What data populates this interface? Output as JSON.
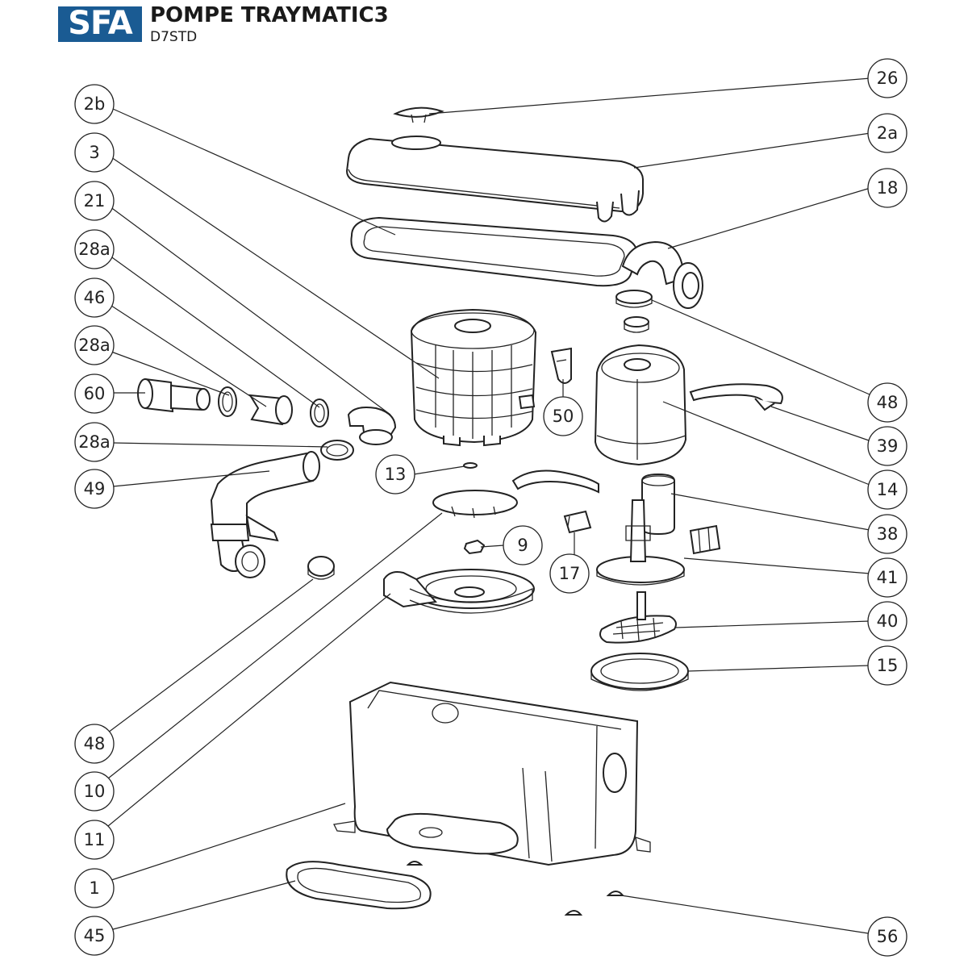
{
  "header": {
    "logo_text": "SFA",
    "title": "POMPE TRAYMATIC3",
    "subtitle": "D7STD",
    "brand_color": "#1a5b93"
  },
  "callouts": [
    {
      "id": "c26",
      "label": "26"
    },
    {
      "id": "c2b",
      "label": "2b"
    },
    {
      "id": "c2a",
      "label": "2a"
    },
    {
      "id": "c3",
      "label": "3"
    },
    {
      "id": "c18",
      "label": "18"
    },
    {
      "id": "c21",
      "label": "21"
    },
    {
      "id": "c28a1",
      "label": "28a"
    },
    {
      "id": "c46",
      "label": "46"
    },
    {
      "id": "c28a2",
      "label": "28a"
    },
    {
      "id": "c60",
      "label": "60"
    },
    {
      "id": "c48a",
      "label": "48"
    },
    {
      "id": "c50",
      "label": "50"
    },
    {
      "id": "c39",
      "label": "39"
    },
    {
      "id": "c28a3",
      "label": "28a"
    },
    {
      "id": "c13",
      "label": "13"
    },
    {
      "id": "c14",
      "label": "14"
    },
    {
      "id": "c49",
      "label": "49"
    },
    {
      "id": "c38",
      "label": "38"
    },
    {
      "id": "c9",
      "label": "9"
    },
    {
      "id": "c41",
      "label": "41"
    },
    {
      "id": "c17",
      "label": "17"
    },
    {
      "id": "c40",
      "label": "40"
    },
    {
      "id": "c15",
      "label": "15"
    },
    {
      "id": "c48b",
      "label": "48"
    },
    {
      "id": "c10",
      "label": "10"
    },
    {
      "id": "c11",
      "label": "11"
    },
    {
      "id": "c1",
      "label": "1"
    },
    {
      "id": "c45",
      "label": "45"
    },
    {
      "id": "c56",
      "label": "56"
    }
  ]
}
